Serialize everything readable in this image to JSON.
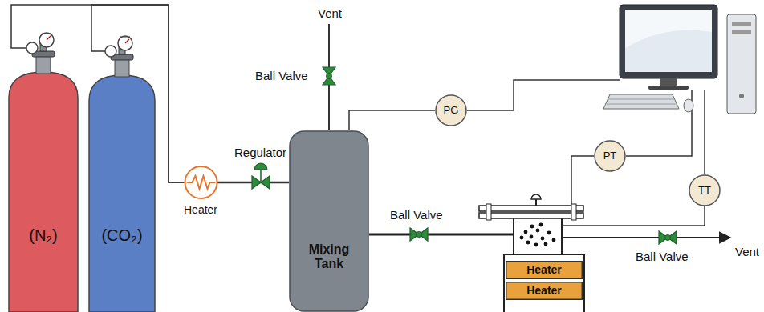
{
  "diagram": {
    "nodes": [
      {
        "text": [
          "(N₂)"
        ]
      },
      {
        "text": [
          "(CO₂)"
        ]
      },
      {
        "text": [
          "Heater"
        ]
      },
      {
        "text": [
          "Mixing Tank"
        ]
      },
      {
        "text": [
          "PG"
        ]
      },
      {
        "text": [
          "PT"
        ]
      },
      {
        "text": [
          "TT"
        ]
      },
      {
        "text": [
          "Heater"
        ]
      },
      {
        "text": [
          "Heater"
        ]
      }
    ],
    "edges": [
      {
        "from": 0,
        "to": 2,
        "arrow": "none"
      },
      {
        "from": 1,
        "to": 2,
        "arrow": "none"
      },
      {
        "from": 2,
        "to": 3,
        "arrow": "none"
      },
      {
        "from": 3,
        "to": 4,
        "arrow": "none"
      }
    ],
    "labels": [
      "Vent",
      "Ball Valve",
      "Regulator",
      "Ball Valve",
      "Ball Valve",
      "Vent"
    ]
  }
}
